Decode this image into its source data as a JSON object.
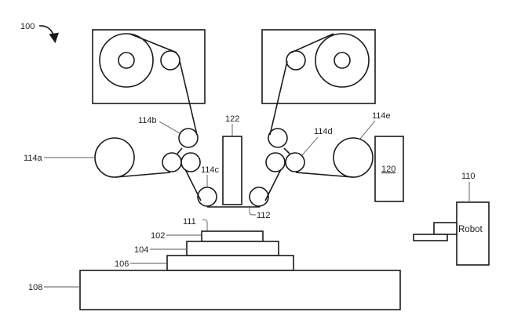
{
  "figure": {
    "ref": "100",
    "labels": {
      "substrate": "102",
      "layer_104": "104",
      "layer_106": "106",
      "base_108": "108",
      "robot_ref": "110",
      "top_surface": "111",
      "film": "112",
      "roller_a": "114a",
      "roller_b": "114b",
      "roller_c": "114c",
      "roller_d": "114d",
      "roller_e": "114e",
      "unit_120": "120",
      "unit_122": "122"
    },
    "robot_text": "Robot"
  }
}
